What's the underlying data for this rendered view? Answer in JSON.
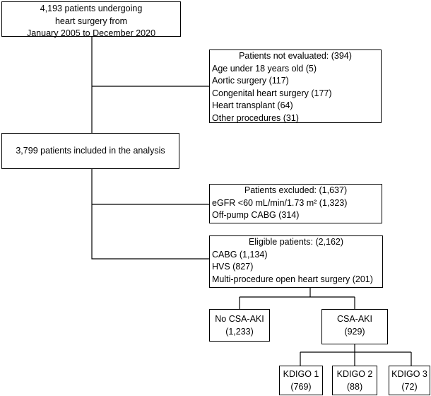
{
  "boxes": {
    "start": {
      "lines": [
        "4,193 patients undergoing",
        "heart surgery from",
        "January 2005 to December 2020"
      ]
    },
    "not_evaluated": {
      "title": "Patients not evaluated: (394)",
      "items": [
        "Age under 18 years old (5)",
        "Aortic surgery (117)",
        "Congenital heart surgery (177)",
        "Heart transplant (64)",
        "Other procedures (31)"
      ]
    },
    "included": {
      "text": "3,799 patients included in the analysis"
    },
    "excluded": {
      "title": "Patients excluded: (1,637)",
      "items": [
        "eGFR <60 mL/min/1.73 m² (1,323)",
        "Off-pump CABG (314)"
      ]
    },
    "eligible": {
      "title": "Eligible patients: (2,162)",
      "items": [
        "CABG (1,134)",
        "HVS (827)",
        "Multi-procedure open heart surgery (201)"
      ]
    },
    "no_csa_aki": {
      "lines": [
        "No CSA-AKI",
        "(1,233)"
      ]
    },
    "csa_aki": {
      "lines": [
        "CSA-AKI",
        "(929)"
      ]
    },
    "kdigo1": {
      "lines": [
        "KDIGO 1",
        "(769)"
      ]
    },
    "kdigo2": {
      "lines": [
        "KDIGO 2",
        "(88)"
      ]
    },
    "kdigo3": {
      "lines": [
        "KDIGO 3",
        "(72)"
      ]
    }
  }
}
